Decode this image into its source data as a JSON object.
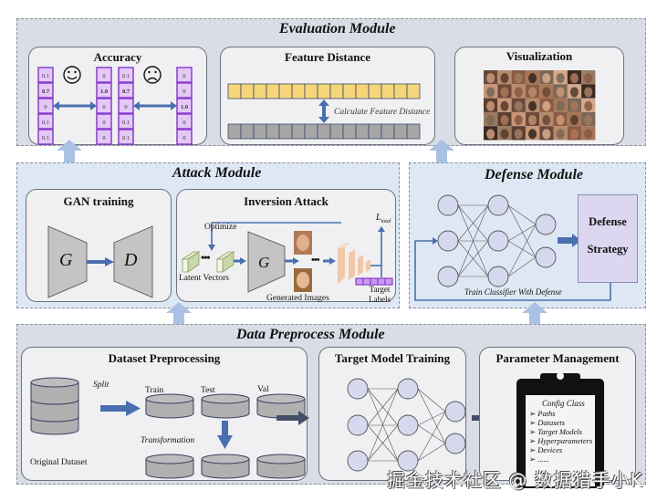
{
  "modules": {
    "evaluation": {
      "title": "Evaluation Module",
      "accuracy": {
        "title": "Accuracy",
        "good_case": {
          "prediction": [
            "0.1",
            "0.7",
            "0",
            "0.1",
            "0.1"
          ],
          "target": [
            "0",
            "1.0",
            "0",
            "0",
            "0"
          ],
          "face": "happy"
        },
        "bad_case": {
          "prediction": [
            "0.1",
            "0.7",
            "0",
            "0.1",
            "0.1"
          ],
          "target": [
            "0",
            "0",
            "1.0",
            "0",
            "0"
          ],
          "face": "sad"
        },
        "colors": {
          "cell_border": "#8a3fcf",
          "cell_fill": "#e4c8f6",
          "arrow": "#4a6fb0"
        }
      },
      "feature_distance": {
        "title": "Feature Distance",
        "annotation": "Calculate Feature Distance",
        "cells_per_row": 15,
        "colors": {
          "top_row": "#f7d67a",
          "bottom_row": "#a6a6a6",
          "arrow": "#4a6fb0"
        }
      },
      "visualization": {
        "title": "Visualization",
        "grid_rows": 5,
        "grid_cols": 8
      }
    },
    "attack": {
      "title": "Attack Module",
      "gan_training": {
        "title": "GAN training",
        "generator_label": "G",
        "discriminator_label": "D"
      },
      "inversion_attack": {
        "title": "Inversion Attack",
        "optimize_label": "Optimize",
        "latent_label": "Latent Vectors",
        "generator_label": "G",
        "generated_label": "Generated Images",
        "loss_label": "L",
        "loss_subscript": "total",
        "target_label_line1": "Target",
        "target_label_line2": "Labels",
        "ellipsis": "•••"
      }
    },
    "defense": {
      "title": "Defense Module",
      "strategy_line1": "Defense",
      "strategy_line2": "Strategy",
      "loop_label": "Train Classifier With Defense"
    },
    "data_preprocess": {
      "title": "Data Preprocess Module",
      "dataset_preprocessing": {
        "title": "Dataset Preprocessing",
        "split_label": "Split",
        "original_label": "Original Dataset",
        "splits": [
          "Train",
          "Test",
          "Val"
        ],
        "transformation_label": "Transformation"
      },
      "target_model_training": {
        "title": "Target Model Training"
      },
      "parameter_management": {
        "title": "Parameter Management",
        "config_title": "Config Class",
        "items": [
          "Paths",
          "Datasets",
          "Target Models",
          "Hyperparameters",
          "Devices",
          "......"
        ]
      }
    }
  },
  "colors": {
    "flow_arrow": "#a9c1e3",
    "blue_arrow": "#4a6fb0",
    "dark_arrow": "#444e66",
    "node_fill": "#d6d8ee",
    "strategy_fill": "#dcd6f0"
  },
  "watermark": "掘金技术社区 @ 数据猎手小K"
}
